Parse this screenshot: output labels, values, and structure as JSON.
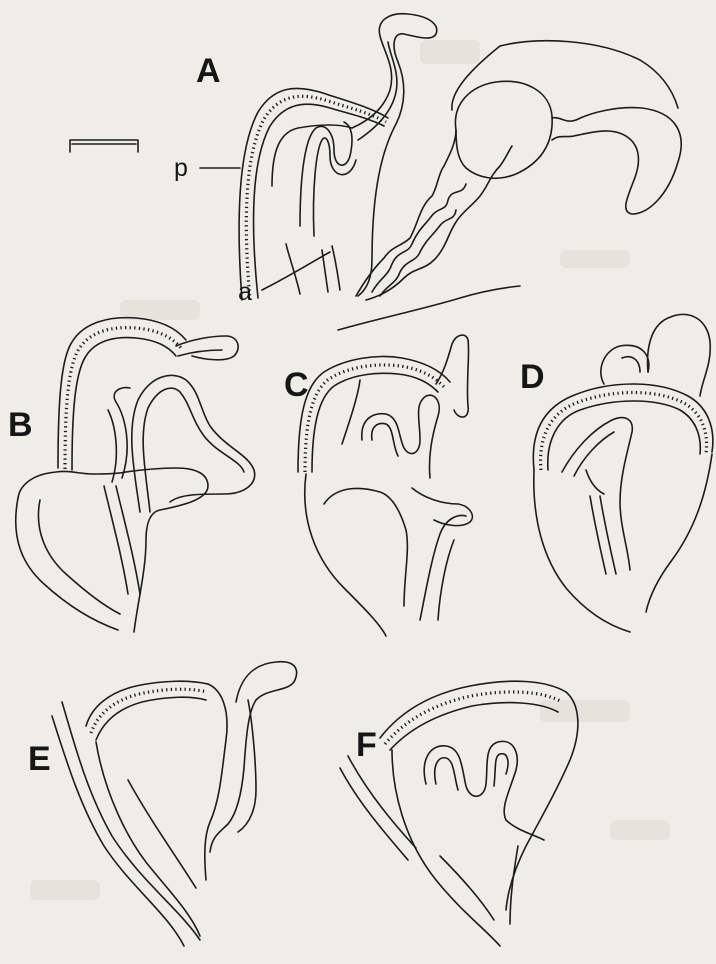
{
  "figure": {
    "panels": [
      {
        "id": "A",
        "label": "A"
      },
      {
        "id": "B",
        "label": "B"
      },
      {
        "id": "C",
        "label": "C"
      },
      {
        "id": "D",
        "label": "D"
      },
      {
        "id": "E",
        "label": "E"
      },
      {
        "id": "F",
        "label": "F"
      }
    ],
    "callouts": {
      "p": "p",
      "a": "a"
    },
    "scale_bar": {
      "label": ""
    },
    "colors": {
      "paper": "#efede7",
      "ink": "#1c1c1c"
    }
  }
}
